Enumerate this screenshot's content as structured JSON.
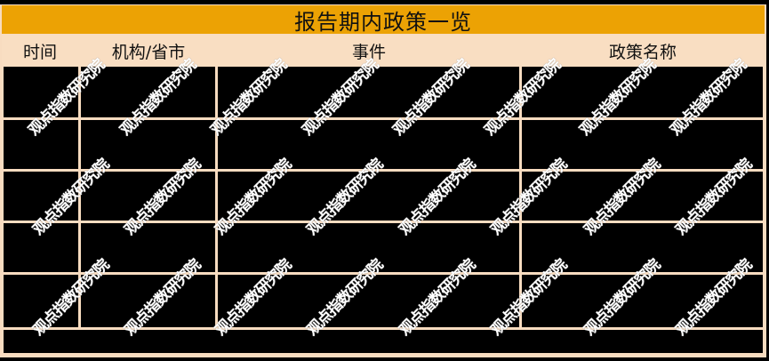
{
  "table": {
    "title": "报告期内政策一览",
    "columns": [
      {
        "label": "时间"
      },
      {
        "label": "机构/省市"
      },
      {
        "label": "事件"
      },
      {
        "label": "政策名称"
      }
    ],
    "rows": [
      {
        "time": "",
        "agency": "",
        "event": "",
        "policy": ""
      },
      {
        "time": "",
        "agency": "",
        "event": "",
        "policy": ""
      },
      {
        "time": "",
        "agency": "",
        "event": "",
        "policy": ""
      },
      {
        "time": "",
        "agency": "",
        "event": "",
        "policy": ""
      },
      {
        "time": "",
        "agency": "",
        "event": "",
        "policy": ""
      }
    ],
    "footer_row": ""
  },
  "watermark": {
    "text": "观点指数研究院"
  },
  "colors": {
    "title_bar": "#eca204",
    "header_bg": "#f9dec2",
    "grid_line": "#f8dcc0",
    "cell_bg": "#000000",
    "watermark": "#ffffff"
  }
}
